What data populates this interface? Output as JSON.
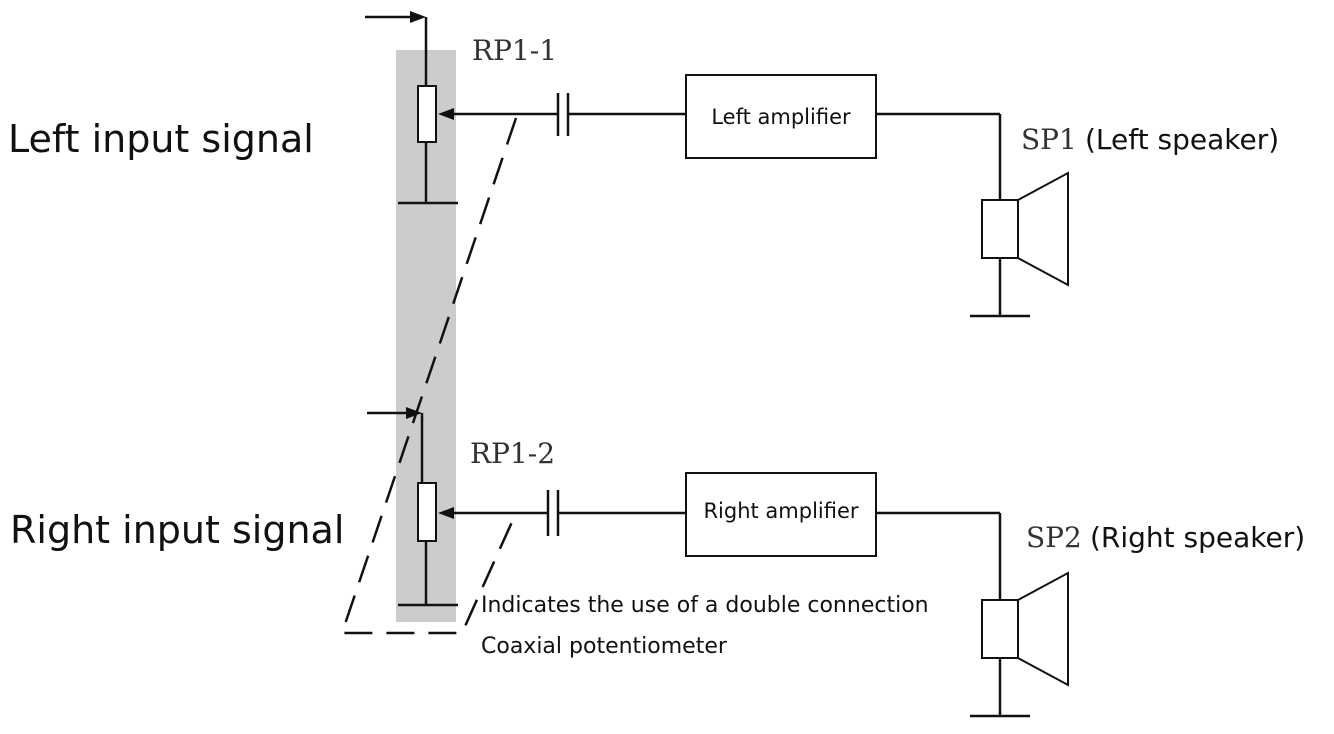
{
  "labels": {
    "left_input": "Left input signal",
    "right_input": "Right input signal",
    "rp1_1": "RP1-1",
    "rp1_2": "RP1-2",
    "left_amp": "Left amplifier",
    "right_amp": "Right amplifier",
    "sp1": "SP1",
    "sp1_desc": "(Left speaker)",
    "sp2": "SP2",
    "sp2_desc": "(Right speaker)",
    "note_line1": "Indicates the use of a double connection",
    "note_line2": "Coaxial potentiometer"
  },
  "colors": {
    "gang_band": "#cccccc",
    "line": "#111111",
    "ref_label": "#333333"
  }
}
